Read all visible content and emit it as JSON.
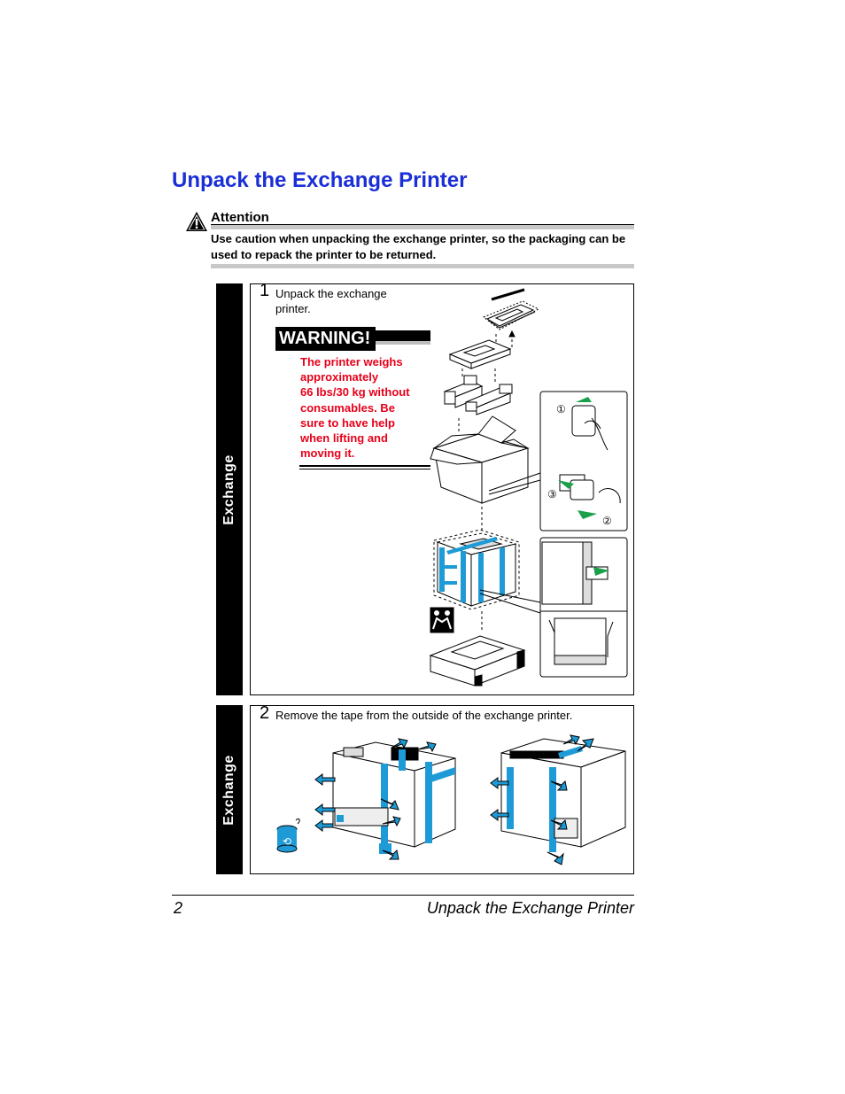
{
  "page": {
    "title": "Unpack the Exchange Printer",
    "footer": {
      "page_number": "2",
      "title": "Unpack the Exchange Printer"
    }
  },
  "attention": {
    "icon": "warning-triangle-icon",
    "heading": "Attention",
    "text": "Use caution when unpacking the exchange printer, so the packaging can be used to repack the printer to be returned."
  },
  "steps": [
    {
      "tab_label": "Exchange",
      "number": "1",
      "text_line1": "Unpack the exchange",
      "text_line2": "printer.",
      "warning": {
        "badge": "WARNING!",
        "lines": [
          "The printer weighs",
          "approximately",
          "66 lbs/30 kg without",
          "consumables. Be",
          "sure to have help",
          "when lifting and",
          "moving it."
        ]
      },
      "callouts": [
        "①",
        "③",
        "②"
      ]
    },
    {
      "tab_label": "Exchange",
      "number": "2",
      "text": "Remove the tape from the outside of the exchange printer."
    }
  ],
  "colors": {
    "title": "#1a2fd6",
    "warning_text": "#e8001a",
    "tape": "#1e9bd7",
    "arrow_green": "#1aa04a"
  }
}
